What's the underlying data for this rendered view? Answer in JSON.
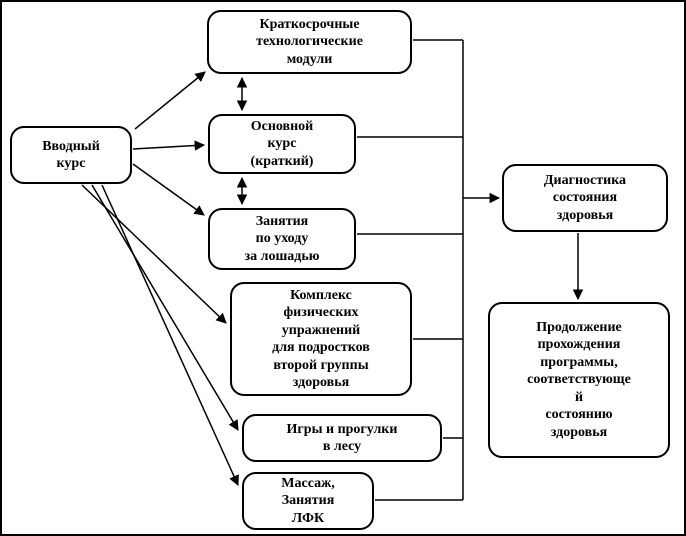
{
  "diagram": {
    "title": "Program structure flowchart",
    "colors": {
      "line": "#000000",
      "box_border": "#000000",
      "box_fill": "#ffffff"
    },
    "nodes": {
      "intro": {
        "label": "Вводный\nкурс"
      },
      "modules": {
        "label": "Краткосрочные\nтехнологические\nмодули"
      },
      "main_course": {
        "label": "Основной\nкурс\n(краткий)"
      },
      "horse_care": {
        "label": "Занятия\nпо уходу\nза лошадью"
      },
      "exercises": {
        "label": "Комплекс\nфизических\nупражнений\nдля подростков\nвторой группы\nздоровья"
      },
      "games": {
        "label": "Игры и прогулки\nв лесу"
      },
      "massage": {
        "label": "Массаж,\nЗанятия\nЛФК"
      },
      "diagnostics": {
        "label": "Диагностика\nсостояния\nздоровья"
      },
      "continuation": {
        "label": "Продолжение\nпрохождения\nпрограммы,\nсоответствующе\nй\nсостоянию\nздоровья"
      }
    }
  }
}
